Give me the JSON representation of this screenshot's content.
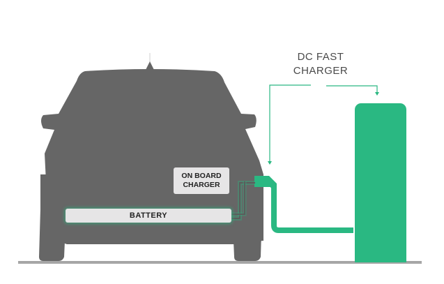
{
  "diagram": {
    "title": "DC fast charging path",
    "labels": {
      "dc_fast_charger": "DC FAST\nCHARGER",
      "dc_fast_charger_line1": "DC FAST",
      "dc_fast_charger_line2": "CHARGER",
      "on_board_charger_line1": "ON BOARD",
      "on_board_charger_line2": "CHARGER",
      "battery": "BATTERY"
    },
    "colors": {
      "car": "#666666",
      "charger": "#2ab882",
      "ground": "#a6a6a6",
      "label_box": "#e6e5e6",
      "label_text": "#4a4a4a"
    }
  }
}
